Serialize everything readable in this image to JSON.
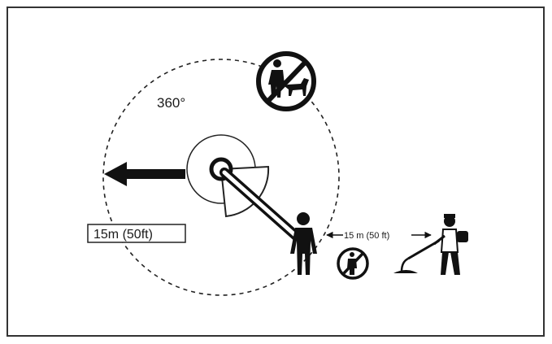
{
  "diagram": {
    "angle_label": "360°",
    "radius_label": "15m (50ft)",
    "separation_label": "15 m (50 ft)"
  },
  "icons": {
    "prohibition_large": "no-people-or-animals-icon",
    "prohibition_small": "no-bystanders-icon",
    "center": "trimmer-head-icon",
    "operator": "operator-with-trimmer-icon",
    "bystander": "bystander-figure-icon"
  },
  "colors": {
    "ink": "#111111",
    "paper": "#ffffff",
    "frame": "#333333"
  }
}
